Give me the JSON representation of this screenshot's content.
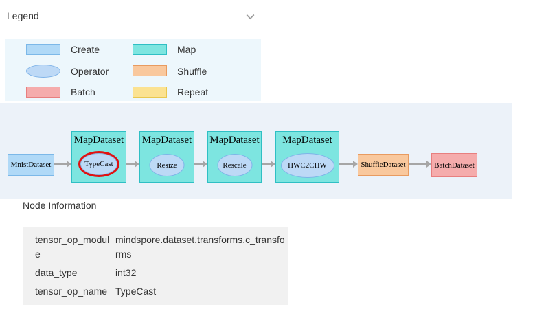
{
  "header": {
    "title": "Legend"
  },
  "palette": {
    "create": {
      "fill": "#b0d9f7",
      "border": "#7cb8e8"
    },
    "map": {
      "fill": "#7de5e0",
      "border": "#2fbfc4"
    },
    "operator": {
      "fill": "#bdd9f6",
      "border": "#7fb3e8"
    },
    "shuffle": {
      "fill": "#f9c89d",
      "border": "#e89b60"
    },
    "batch": {
      "fill": "#f5acac",
      "border": "#e87f7f"
    },
    "repeat": {
      "fill": "#fbe291",
      "border": "#e9c84f"
    }
  },
  "legend": {
    "items": [
      {
        "label": "Create",
        "shape": "rect",
        "type": "create"
      },
      {
        "label": "Map",
        "shape": "rect",
        "type": "map"
      },
      {
        "label": "Operator",
        "shape": "ellipse",
        "type": "operator"
      },
      {
        "label": "Shuffle",
        "shape": "rect",
        "type": "shuffle"
      },
      {
        "label": "Batch",
        "shape": "rect",
        "type": "batch"
      },
      {
        "label": "Repeat",
        "shape": "rect",
        "type": "repeat"
      }
    ]
  },
  "graph": {
    "selection_color": "#e01212",
    "arrow_color": "#a6a6a6",
    "nodes": [
      {
        "label": "MnistDataset",
        "type": "create"
      },
      {
        "title": "MapDataset",
        "op": "TypeCast",
        "type": "map",
        "selected": true
      },
      {
        "title": "MapDataset",
        "op": "Resize",
        "type": "map"
      },
      {
        "title": "MapDataset",
        "op": "Rescale",
        "type": "map"
      },
      {
        "title": "MapDataset",
        "op": "HWC2CHW",
        "type": "map"
      },
      {
        "label": "ShuffleDataset",
        "type": "shuffle"
      },
      {
        "label": "BatchDataset",
        "type": "batch"
      }
    ]
  },
  "node_info": {
    "title": "Node Information",
    "rows": [
      {
        "key": "tensor_op_module",
        "value": "mindspore.dataset.transforms.c_transforms"
      },
      {
        "key": "data_type",
        "value": "int32"
      },
      {
        "key": "tensor_op_name",
        "value": "TypeCast"
      }
    ]
  }
}
